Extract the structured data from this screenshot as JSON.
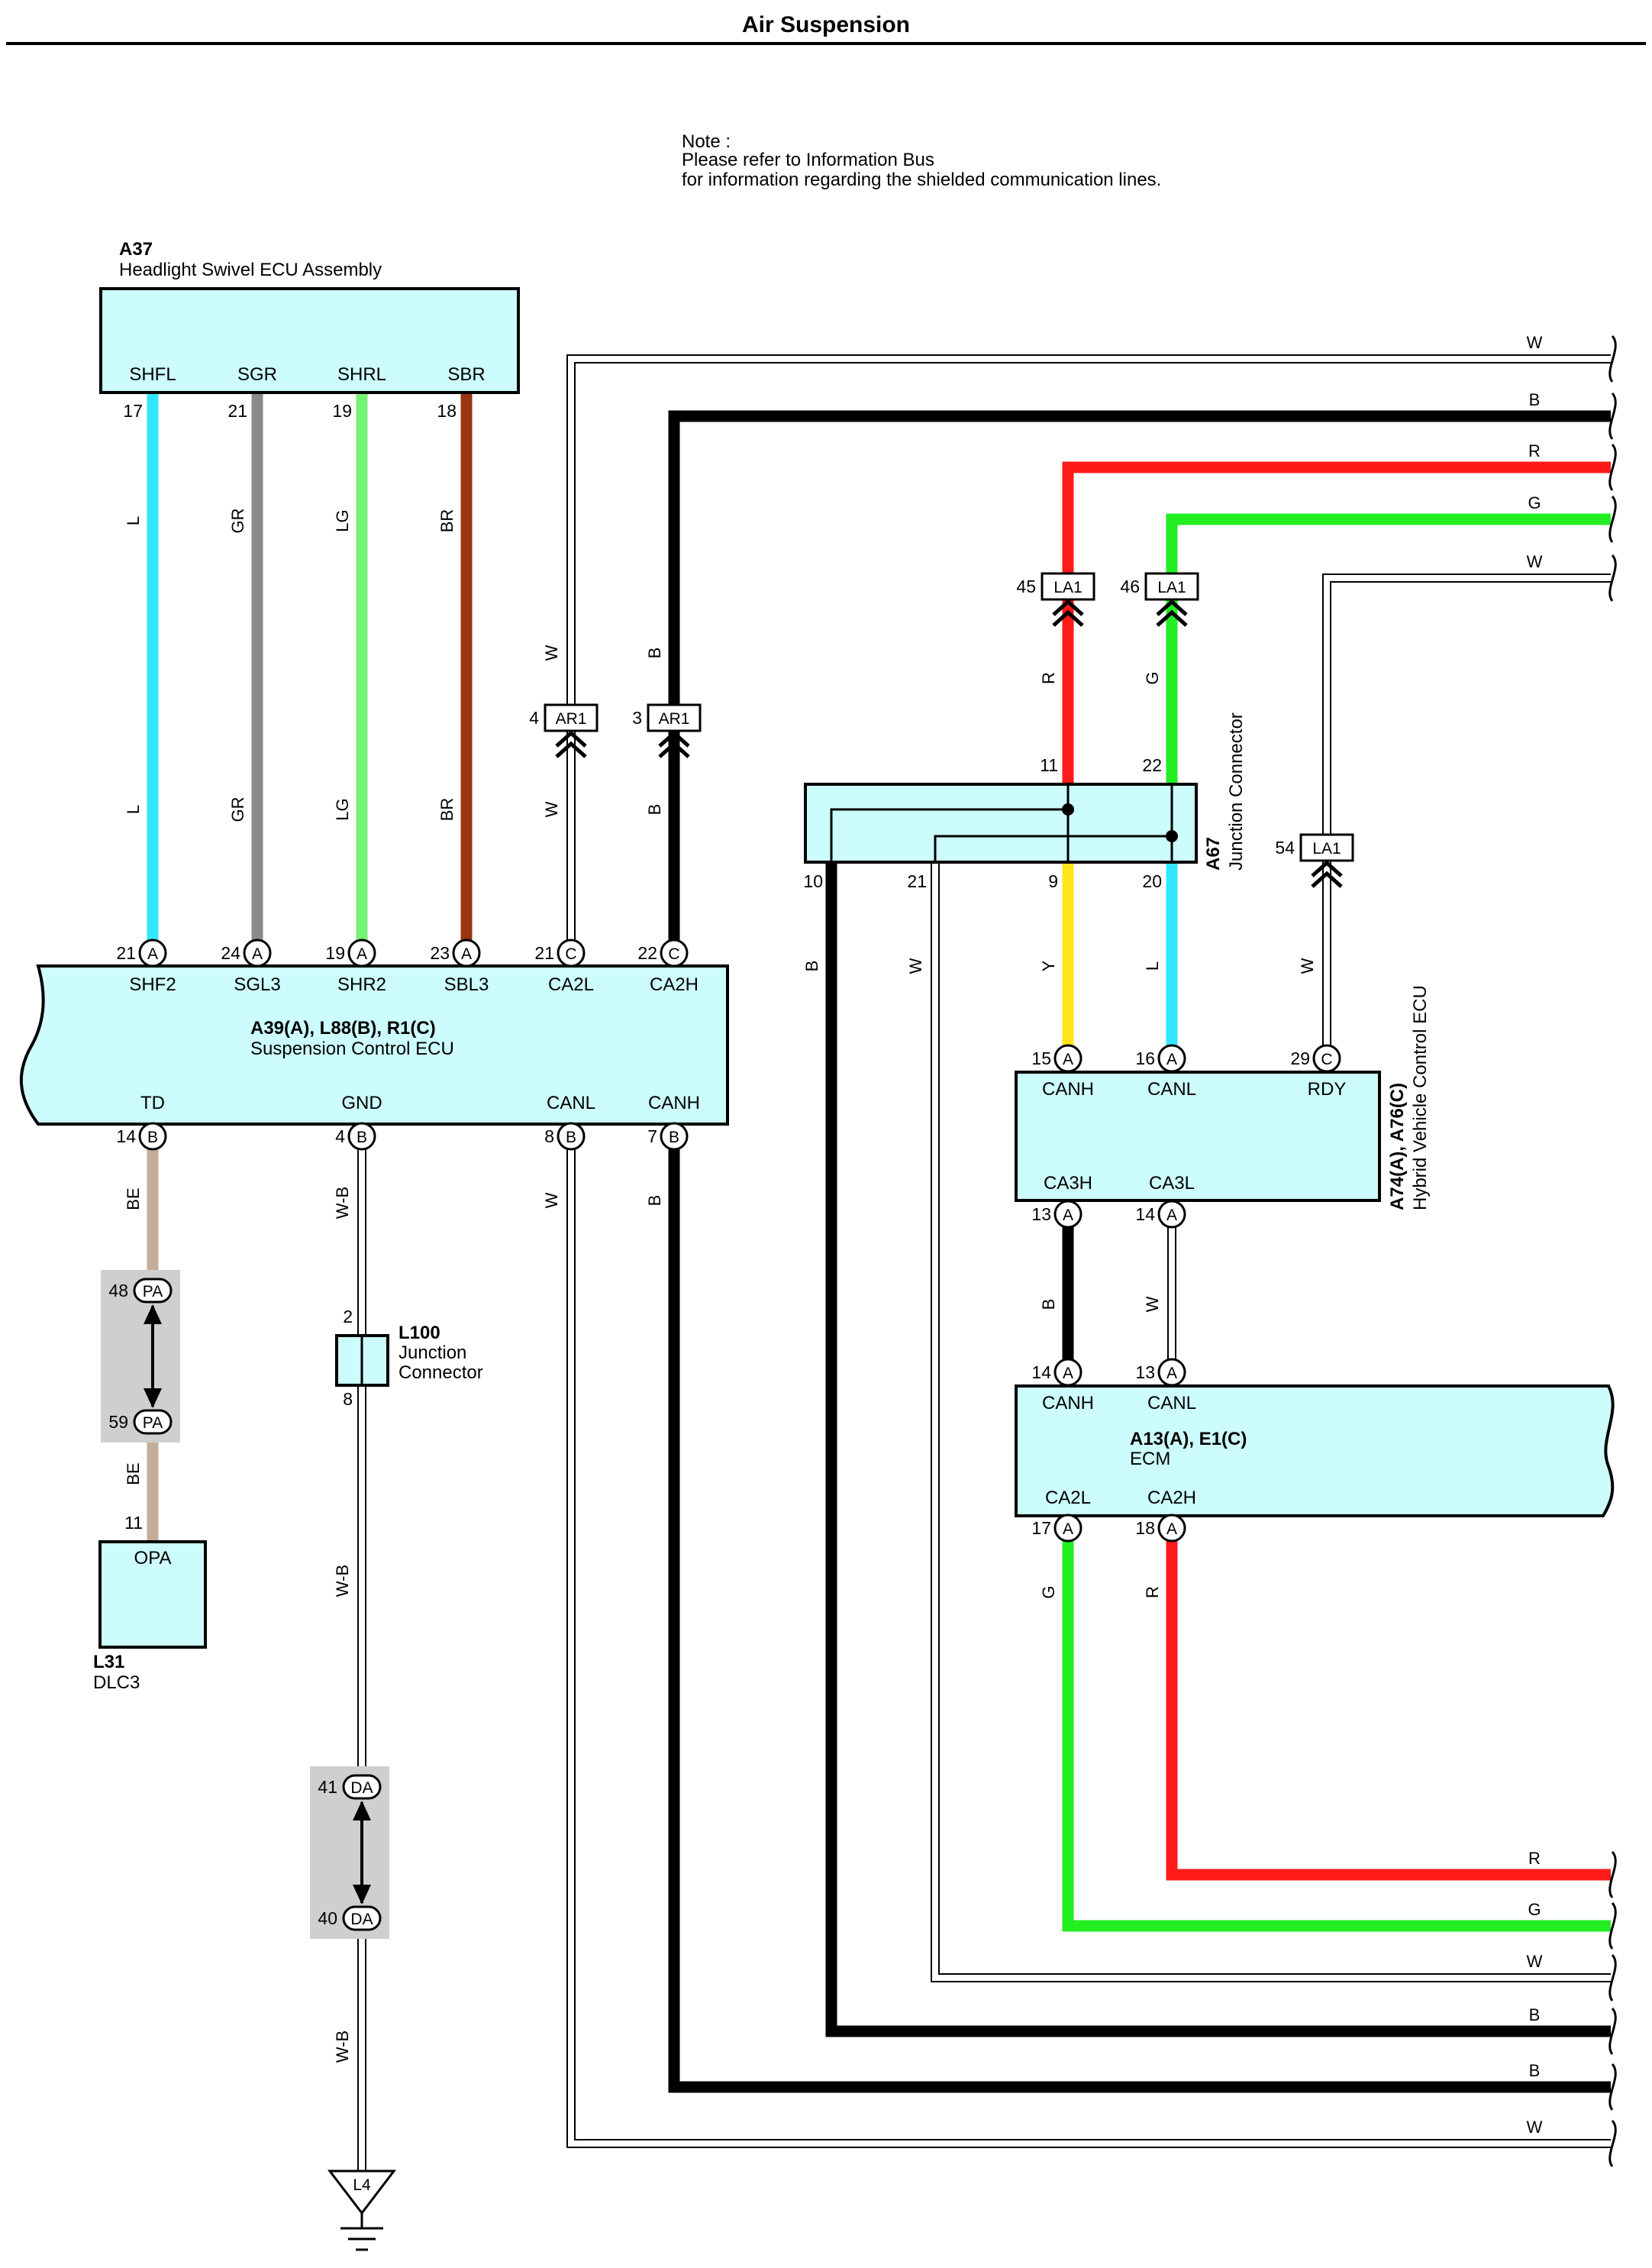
{
  "title": "Air Suspension",
  "note": {
    "line1": "Note :",
    "line2": "Please refer to Information Bus",
    "line3": "for information regarding the shielded communication lines."
  },
  "components": {
    "a37": {
      "code": "A37",
      "name": "Headlight Swivel ECU Assembly",
      "terminals": [
        "SHFL",
        "SGR",
        "SHRL",
        "SBR"
      ],
      "pins": [
        "17",
        "21",
        "19",
        "18"
      ]
    },
    "a39": {
      "code": "A39(A), L88(B), R1(C)",
      "name": "Suspension Control ECU",
      "top_terminals": [
        "SHF2",
        "SGL3",
        "SHR2",
        "SBL3",
        "CA2L",
        "CA2H"
      ],
      "top_pins": [
        "21",
        "24",
        "19",
        "23",
        "21",
        "22"
      ],
      "top_conns": [
        "A",
        "A",
        "A",
        "A",
        "C",
        "C"
      ],
      "bottom_terminals": [
        "TD",
        "GND",
        "CANL",
        "CANH"
      ],
      "bottom_pins": [
        "14",
        "4",
        "8",
        "7"
      ],
      "bottom_conns": [
        "B",
        "B",
        "B",
        "B"
      ]
    },
    "a67": {
      "code": "A67",
      "name": "Junction Connector",
      "pins_top": [
        "11",
        "22"
      ],
      "pins_bottom": [
        "10",
        "21",
        "9",
        "20"
      ]
    },
    "a74": {
      "code": "A74(A), A76(C)",
      "name": "Hybrid Vehicle Control ECU",
      "top_terminals": [
        "CANH",
        "CANL",
        "RDY"
      ],
      "top_pins": [
        "15",
        "16",
        "29"
      ],
      "top_conns": [
        "A",
        "A",
        "C"
      ],
      "bottom_terminals": [
        "CA3H",
        "CA3L"
      ],
      "bottom_pins": [
        "13",
        "14"
      ],
      "bottom_conns": [
        "A",
        "A"
      ]
    },
    "a13": {
      "code": "A13(A), E1(C)",
      "name": "ECM",
      "top_terminals": [
        "CANH",
        "CANL"
      ],
      "top_pins": [
        "14",
        "13"
      ],
      "top_conns": [
        "A",
        "A"
      ],
      "bottom_terminals": [
        "CA2L",
        "CA2H"
      ],
      "bottom_pins": [
        "17",
        "18"
      ],
      "bottom_conns": [
        "A",
        "A"
      ]
    },
    "l100": {
      "code": "L100",
      "name1": "Junction",
      "name2": "Connector",
      "pin_top": "2",
      "pin_bottom": "8"
    },
    "l31": {
      "code": "L31",
      "name": "DLC3",
      "terminal": "OPA",
      "pin": "11"
    },
    "ground": {
      "label": "L4"
    }
  },
  "connectors": {
    "ar1": {
      "label": "AR1",
      "pins": [
        "4",
        "3"
      ]
    },
    "la1": {
      "label": "LA1",
      "pins": [
        "45",
        "46",
        "54"
      ]
    },
    "pa": {
      "label": "PA",
      "pins": [
        "48",
        "59"
      ]
    },
    "da": {
      "label": "DA",
      "pins": [
        "41",
        "40"
      ]
    }
  },
  "wire_colors": {
    "L": "#33e6ff",
    "GR": "#8a8a8a",
    "LG": "#77f077",
    "BR": "#9b3412",
    "R": "#ff1a1a",
    "G": "#22ee22",
    "Y": "#ffe61a",
    "B": "#000000",
    "W": "#ffffff",
    "BE": "#c2ad98",
    "W-B": "#ffffff"
  },
  "wire_labels": {
    "a37_upper": [
      "L",
      "GR",
      "LG",
      "BR"
    ],
    "a37_lower": [
      "L",
      "GR",
      "LG",
      "BR"
    ],
    "ar1_upper": [
      "W",
      "B"
    ],
    "ar1_lower": [
      "W",
      "B"
    ],
    "la1_upper": [
      "R",
      "G"
    ],
    "a67_down": [
      "B",
      "W",
      "Y",
      "L"
    ],
    "rdy": "W",
    "td_upper": "BE",
    "td_lower": "BE",
    "gnd_upper": "W-B",
    "gnd_mid": "W-B",
    "gnd_lower": "W-B",
    "canl": "W",
    "canh": "B",
    "a74_a13": [
      "B",
      "W"
    ],
    "a13_down": [
      "G",
      "R"
    ],
    "right_top": [
      "W",
      "B",
      "R",
      "G",
      "W"
    ],
    "right_bottom": [
      "R",
      "G",
      "W",
      "B",
      "B",
      "W"
    ]
  }
}
